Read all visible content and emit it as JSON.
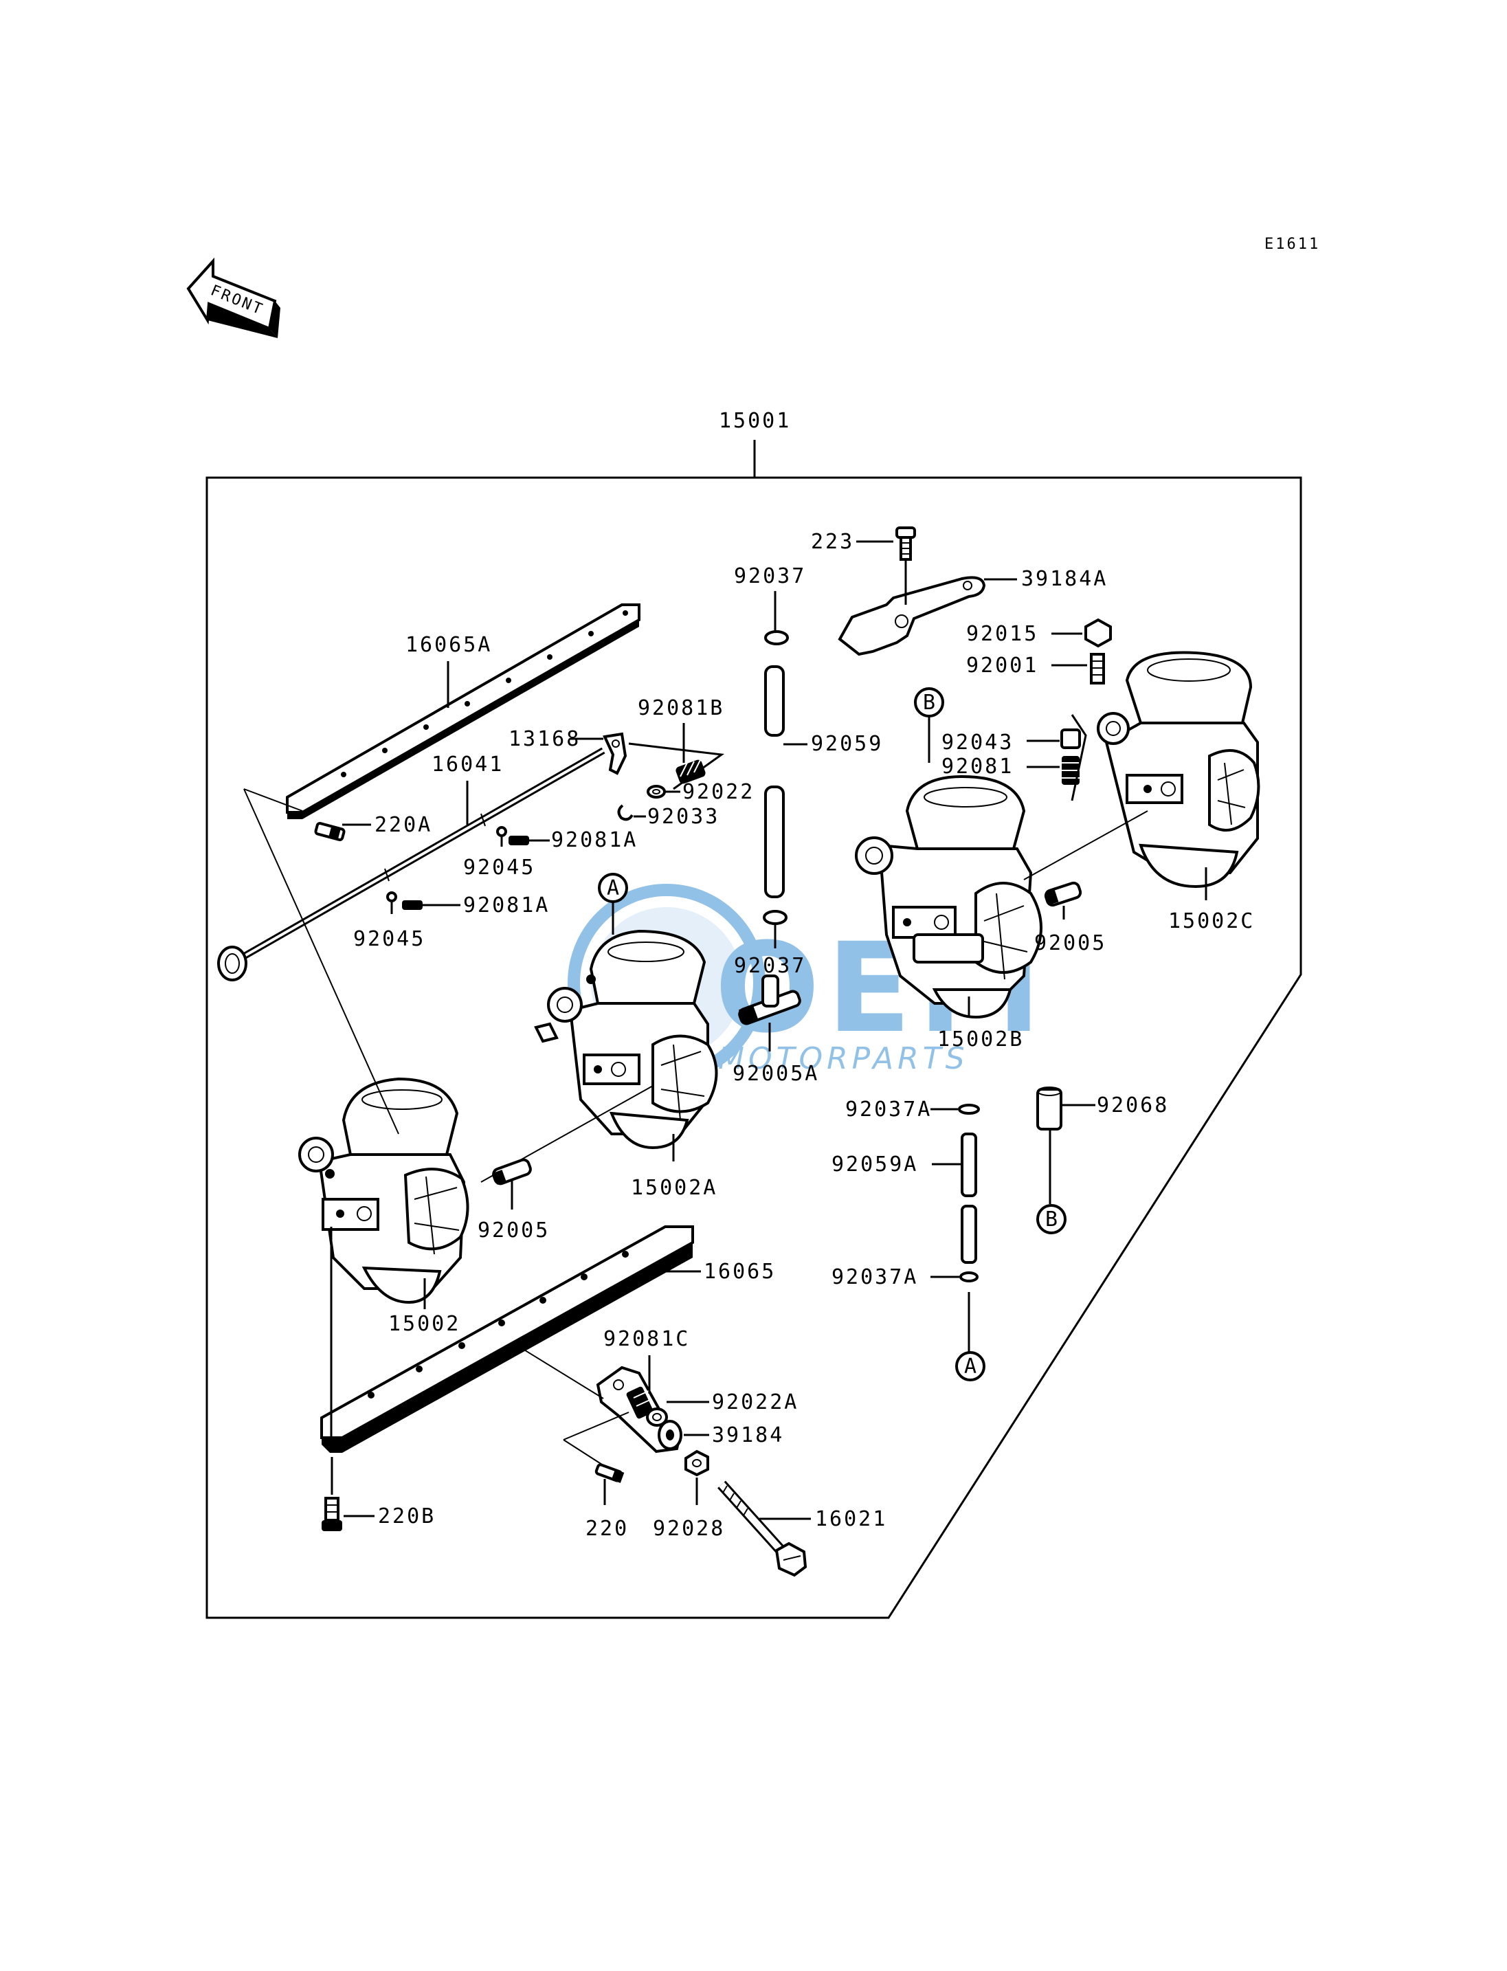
{
  "diagram_code": "E1611",
  "front_label": "FRONT",
  "assembly_label": "15001",
  "watermark": {
    "brand": "OEM",
    "sub": "MOTORPARTS",
    "color": "#3a8fd6"
  },
  "refs": {
    "a": "A",
    "b": "B"
  },
  "parts": {
    "p223": "223",
    "p39184A": "39184A",
    "p92037_top": "92037",
    "p92015": "92015",
    "p92001": "92001",
    "p16065A": "16065A",
    "p92081B": "92081B",
    "p13168": "13168",
    "p92059": "92059",
    "p92043": "92043",
    "p92081": "92081",
    "p16041": "16041",
    "p92022": "92022",
    "p92033": "92033",
    "p220A": "220A",
    "p92081A_1": "92081A",
    "p92045_1": "92045",
    "p92081A_2": "92081A",
    "p92045_2": "92045",
    "p92037_mid": "92037",
    "p92005_right": "92005",
    "p15002C": "15002C",
    "p15002B": "15002B",
    "p92005A": "92005A",
    "p92037A_1": "92037A",
    "p92068": "92068",
    "p92059A": "92059A",
    "p15002A": "15002A",
    "p92005_left": "92005",
    "p16065": "16065",
    "p92037A_2": "92037A",
    "p15002": "15002",
    "p92081C": "92081C",
    "p92022A": "92022A",
    "p39184": "39184",
    "p220B": "220B",
    "p220": "220",
    "p92028": "92028",
    "p16021": "16021"
  }
}
